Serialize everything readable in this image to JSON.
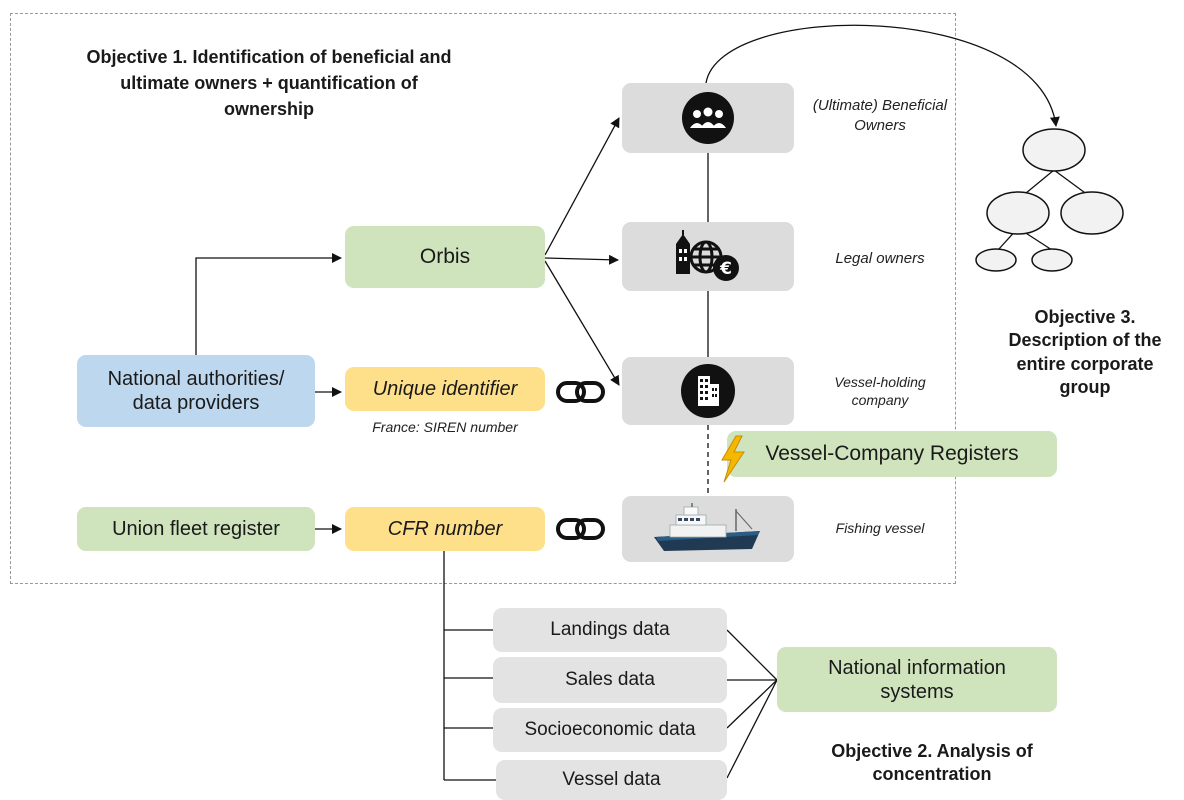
{
  "objective1": {
    "line1": "Objective 1. Identification of beneficial and",
    "line2": "ultimate owners + quantification of",
    "line3": "ownership"
  },
  "objective2": {
    "line1": "Objective 2. Analysis of",
    "line2": "concentration"
  },
  "objective3": {
    "line1": "Objective 3.",
    "line2": "Description of the",
    "line3": "entire corporate",
    "line4": "group"
  },
  "nodes": {
    "orbis": "Orbis",
    "national_authorities": {
      "line1": "National authorities/",
      "line2": "data providers"
    },
    "unique_identifier": "Unique identifier",
    "france_siren": "France: SIREN number",
    "union_fleet": "Union fleet register",
    "cfr_number": "CFR number",
    "vessel_company_registers": "Vessel-Company Registers",
    "national_info_systems": {
      "line1": "National information",
      "line2": "systems"
    }
  },
  "owner_labels": {
    "ultimate": {
      "line1": "(Ultimate) Beneficial",
      "line2": "Owners"
    },
    "legal": "Legal owners",
    "holding": {
      "line1": "Vessel-holding",
      "line2": "company"
    },
    "vessel": "Fishing vessel"
  },
  "data_sources": [
    "Landings data",
    "Sales data",
    "Socioeconomic data",
    "Vessel data"
  ],
  "icons": {
    "ultimate": "people-group-icon",
    "legal": "building-globe-euro-icon",
    "holding": "office-building-icon",
    "vessel": "fishing-vessel-icon",
    "link": "chain-link-icon",
    "lightning": "lightning-icon",
    "tree": "org-tree-icon"
  },
  "colors": {
    "green": "#cfe3bd",
    "blue": "#bdd7ee",
    "yellow": "#ffe08a",
    "grey": "#dcdcdc",
    "lightning": "#f5b800"
  }
}
